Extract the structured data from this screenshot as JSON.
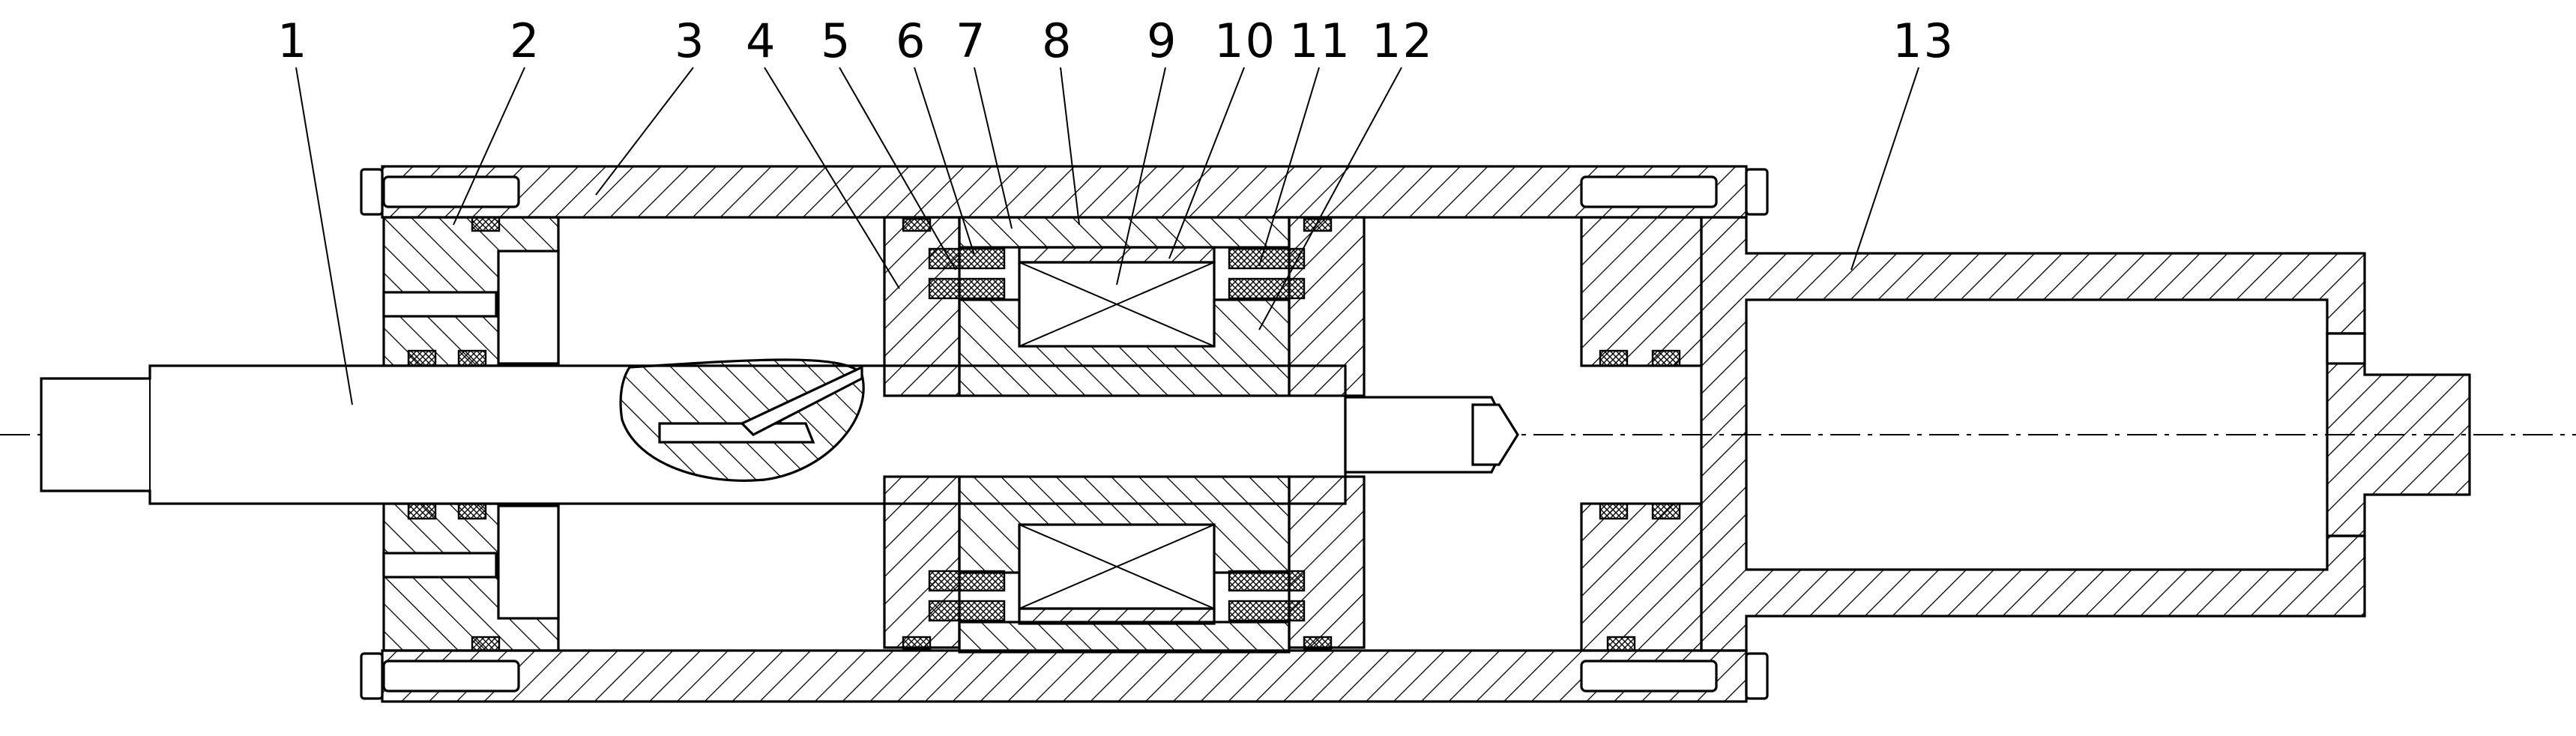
{
  "drawing": {
    "type": "technical-section-drawing",
    "part_labels": [
      "1",
      "2",
      "3",
      "4",
      "5",
      "6",
      "7",
      "8",
      "9",
      "10",
      "11",
      "12",
      "13"
    ]
  }
}
